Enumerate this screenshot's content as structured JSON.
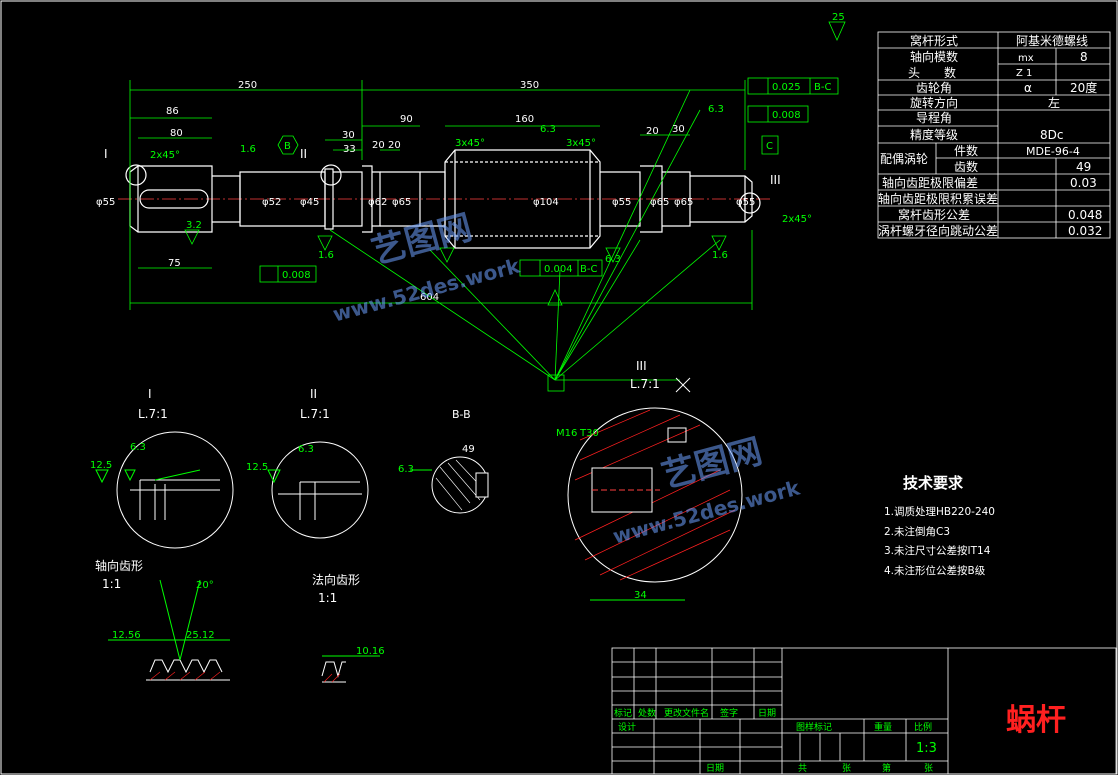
{
  "colors": {
    "background": "#000000",
    "outline": "#ffffff",
    "dimension": "#00ff00",
    "hatch": "#ff2020",
    "part_name": "#ff2020",
    "watermark": "#6ea0ff"
  },
  "params_table": {
    "rows": [
      {
        "label": "窝杆形式",
        "value": "阿基米德螺线"
      },
      {
        "label": "轴向模数",
        "sym": "mx",
        "value": "8"
      },
      {
        "label": "头　　数",
        "sym": "Z 1",
        "value": ""
      },
      {
        "label": "齿轮角",
        "sym": "α",
        "value": "20度"
      },
      {
        "label": "旋转方向",
        "value": "左"
      },
      {
        "label": "导程角",
        "value": ""
      },
      {
        "label": "精度等级",
        "value": "8Dc"
      },
      {
        "label": "配偶涡轮",
        "sub1_label": "件数",
        "sub1_value": "MDE-96-4",
        "sub2_label": "齿数",
        "sub2_value": "49"
      },
      {
        "label": "轴向齿距极限偏差",
        "value": "0.03"
      },
      {
        "label": "轴向齿距极限积累误差",
        "value": ""
      },
      {
        "label": "窝杆齿形公差",
        "value": "0.048"
      },
      {
        "label": "涡杆螺牙径向跳动公差",
        "value": "0.032"
      }
    ]
  },
  "main_view": {
    "dims_top": [
      "250",
      "350",
      "86",
      "80",
      "30",
      "33",
      "20",
      "20",
      "90",
      "160",
      "20",
      "30"
    ],
    "chamfers": [
      "2x45°",
      "2x45°",
      "3x45°",
      "3x45°"
    ],
    "diameters": [
      "φ55",
      "φ45",
      "φ52",
      "φ65",
      "φ62",
      "φ55",
      "φ65",
      "φ104",
      "φ65",
      "φ55"
    ],
    "roughness": [
      "25",
      "1.6",
      "3.2",
      "6.3",
      "1.6",
      "6.3",
      "1.6",
      "6.3"
    ],
    "tolerances": [
      "0.025",
      "B-C",
      "0.008",
      "0.008",
      "0.004",
      "B-C"
    ],
    "datums": [
      "B",
      "C"
    ],
    "lengths": [
      "604",
      "75"
    ],
    "section_labels": [
      "I",
      "II",
      "III"
    ]
  },
  "detail_views": {
    "detail_I": {
      "label": "I",
      "scale": "L.7:1",
      "dims": [
        "12.5",
        "6.3"
      ]
    },
    "detail_II": {
      "label": "II",
      "scale": "L.7:1",
      "dims": [
        "12.5",
        "6.3"
      ]
    },
    "section_BB": {
      "label": "B-B",
      "dims": [
        "49",
        "6.3"
      ]
    },
    "detail_III": {
      "label": "III",
      "scale": "L.7:1",
      "dims": [
        "M16",
        "T30",
        "34"
      ]
    },
    "axial_profile": {
      "label": "轴向齿形",
      "scale": "1:1",
      "dims": [
        "20°",
        "12.56",
        "25.12"
      ]
    },
    "normal_profile": {
      "label": "法向齿形",
      "scale": "1:1",
      "dims": [
        "10.16"
      ]
    }
  },
  "tech_requirements": {
    "title": "技术要求",
    "items": [
      "1.调质处理HB220-240",
      "2.未注倒角C3",
      "3.未注尺寸公差按IT14",
      "4.未注形位公差按B级"
    ]
  },
  "title_block": {
    "part_name": "蜗杆",
    "scale": "1:3",
    "labels": [
      "标记",
      "处数",
      "更改文件名",
      "签字",
      "日期",
      "设计",
      "图样标记",
      "重量",
      "比例",
      "日期",
      "共",
      "张",
      "第",
      "张"
    ]
  },
  "watermark": {
    "text1": "艺图网",
    "text2": "www.52des.work"
  }
}
